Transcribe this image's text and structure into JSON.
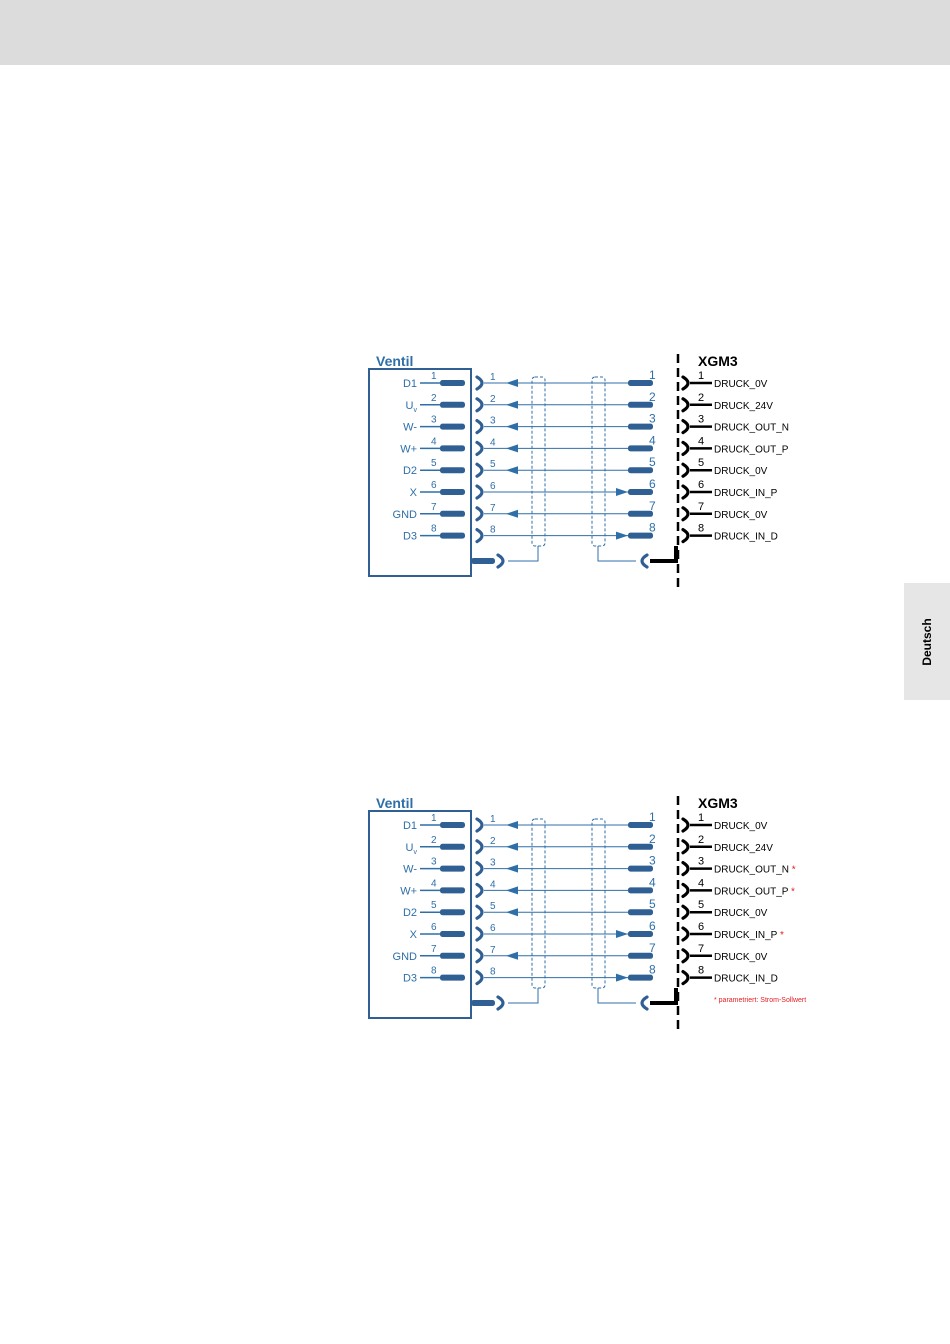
{
  "side_tab": {
    "label": "Deutsch"
  },
  "diagrams": [
    {
      "valve_title": "Ventil",
      "controller_title": "XGM3",
      "valve_pins": [
        {
          "label": "D1",
          "sub": "",
          "num": "1"
        },
        {
          "label": "U",
          "sub": "v",
          "num": "2"
        },
        {
          "label": "W-",
          "sub": "",
          "num": "3"
        },
        {
          "label": "W+",
          "sub": "",
          "num": "4"
        },
        {
          "label": "D2",
          "sub": "",
          "num": "5"
        },
        {
          "label": "X",
          "sub": "",
          "num": "6"
        },
        {
          "label": "GND",
          "sub": "",
          "num": "7"
        },
        {
          "label": "D3",
          "sub": "",
          "num": "8"
        }
      ],
      "cable_left_numbers": [
        "1",
        "2",
        "3",
        "4",
        "5",
        "6",
        "7",
        "8"
      ],
      "cable_right_numbers": [
        "1",
        "2",
        "3",
        "4",
        "5",
        "6",
        "7",
        "8"
      ],
      "arrow_directions": [
        "left",
        "left",
        "left",
        "left",
        "left",
        "right",
        "left",
        "right"
      ],
      "controller_pins": [
        {
          "num": "1",
          "signal": "DRUCK_0V",
          "marker": ""
        },
        {
          "num": "2",
          "signal": "DRUCK_24V",
          "marker": ""
        },
        {
          "num": "3",
          "signal": "DRUCK_OUT_N",
          "marker": ""
        },
        {
          "num": "4",
          "signal": "DRUCK_OUT_P",
          "marker": ""
        },
        {
          "num": "5",
          "signal": "DRUCK_0V",
          "marker": ""
        },
        {
          "num": "6",
          "signal": "DRUCK_IN_P",
          "marker": ""
        },
        {
          "num": "7",
          "signal": "DRUCK_0V",
          "marker": ""
        },
        {
          "num": "8",
          "signal": "DRUCK_IN_D",
          "marker": ""
        }
      ],
      "footnote": ""
    },
    {
      "valve_title": "Ventil",
      "controller_title": "XGM3",
      "valve_pins": [
        {
          "label": "D1",
          "sub": "",
          "num": "1"
        },
        {
          "label": "U",
          "sub": "v",
          "num": "2"
        },
        {
          "label": "W-",
          "sub": "",
          "num": "3"
        },
        {
          "label": "W+",
          "sub": "",
          "num": "4"
        },
        {
          "label": "D2",
          "sub": "",
          "num": "5"
        },
        {
          "label": "X",
          "sub": "",
          "num": "6"
        },
        {
          "label": "GND",
          "sub": "",
          "num": "7"
        },
        {
          "label": "D3",
          "sub": "",
          "num": "8"
        }
      ],
      "cable_left_numbers": [
        "1",
        "2",
        "3",
        "4",
        "5",
        "6",
        "7",
        "8"
      ],
      "cable_right_numbers": [
        "1",
        "2",
        "3",
        "4",
        "5",
        "6",
        "7",
        "8"
      ],
      "arrow_directions": [
        "left",
        "left",
        "left",
        "left",
        "left",
        "right",
        "left",
        "right"
      ],
      "controller_pins": [
        {
          "num": "1",
          "signal": "DRUCK_0V",
          "marker": ""
        },
        {
          "num": "2",
          "signal": "DRUCK_24V",
          "marker": ""
        },
        {
          "num": "3",
          "signal": "DRUCK_OUT_N",
          "marker": "*"
        },
        {
          "num": "4",
          "signal": "DRUCK_OUT_P",
          "marker": "*"
        },
        {
          "num": "5",
          "signal": "DRUCK_0V",
          "marker": ""
        },
        {
          "num": "6",
          "signal": "DRUCK_IN_P",
          "marker": "*"
        },
        {
          "num": "7",
          "signal": "DRUCK_0V",
          "marker": ""
        },
        {
          "num": "8",
          "signal": "DRUCK_IN_D",
          "marker": ""
        }
      ],
      "footnote": "* parametriert: Strom-Sollwert"
    }
  ],
  "colors": {
    "blue": "#2f6fa8",
    "pin_fill": "#2f5f93",
    "black": "#000000",
    "red": "#e31e24",
    "top_band": "#dcdcdc",
    "side_tab": "#e6e6e6"
  }
}
